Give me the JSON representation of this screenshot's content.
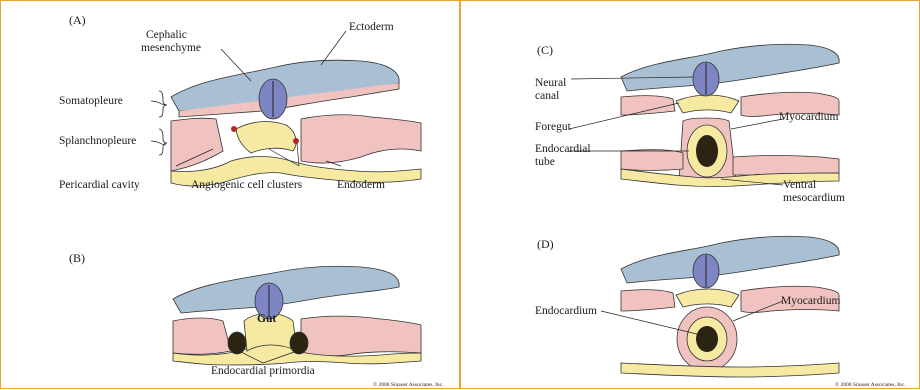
{
  "panels": {
    "A": {
      "tag": "(A)",
      "labels": {
        "cephalic_1": "Cephalic",
        "cephalic_2": "mesenchyme",
        "ectoderm": "Ectoderm",
        "somatopleure": "Somatopleure",
        "splanchnopleure": "Splanchnopleure",
        "pericardial": "Pericardial cavity",
        "angiogenic": "Angiogenic cell clusters",
        "endoderm": "Endoderm"
      }
    },
    "B": {
      "tag": "(B)",
      "labels": {
        "gut": "Gut",
        "endocardial_primordia": "Endocardial primordia"
      }
    },
    "C": {
      "tag": "(C)",
      "labels": {
        "neural_1": "Neural",
        "neural_2": "canal",
        "foregut": "Foregut",
        "myocardium": "Myocardium",
        "endocardial_1": "Endocardial",
        "endocardial_2": "tube",
        "ventral_1": "Ventral",
        "ventral_2": "mesocardium"
      }
    },
    "D": {
      "tag": "(D)",
      "labels": {
        "myocardium": "Myocardium",
        "endocardium": "Endocardium"
      }
    }
  },
  "copyright_left": "© 2000 Sinauer Associates, Inc.",
  "copyright_right": "© 2000 Sinauer Associates, Inc.",
  "colors": {
    "border": "#e8a23a",
    "ectoderm": "#a9c0d4",
    "mesoderm": "#f1c3c0",
    "endoderm": "#f6eaa3",
    "notochord": "#7d86c2",
    "heart_dark": "#2b2413"
  }
}
